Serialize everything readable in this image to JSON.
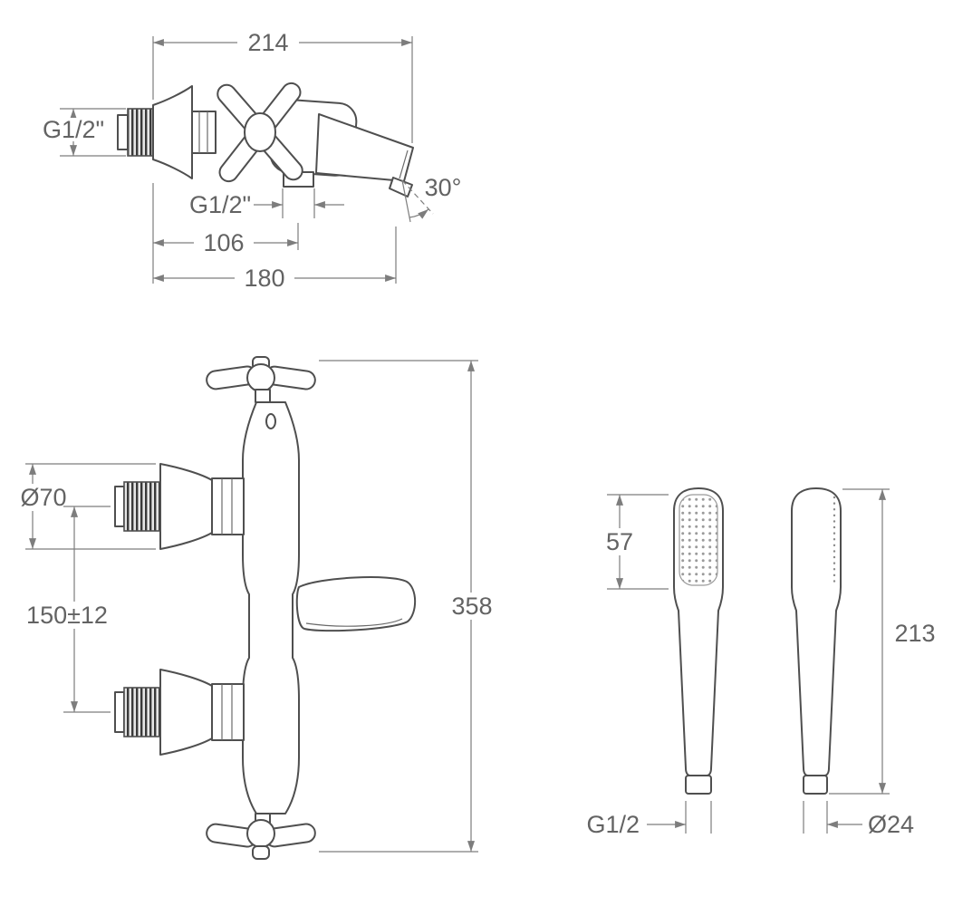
{
  "colors": {
    "part_line": "#4f4f4f",
    "dimension_line": "#7d7d7d",
    "label_text": "#636363",
    "background": "#ffffff"
  },
  "side_view": {
    "dims": {
      "width": "214",
      "inlet_thread": "G1/2\"",
      "outlet_thread": "G1/2\"",
      "spout_angle": "30°",
      "outlet_offset": "106",
      "depth": "180"
    }
  },
  "front_view": {
    "dims": {
      "flange_diameter": "Ø70",
      "inlet_spacing": "150±12",
      "height": "358"
    }
  },
  "handshower": {
    "dims": {
      "head_face_length": "57",
      "total_length": "213",
      "connection_thread": "G1/2",
      "handle_diameter": "Ø24"
    }
  }
}
